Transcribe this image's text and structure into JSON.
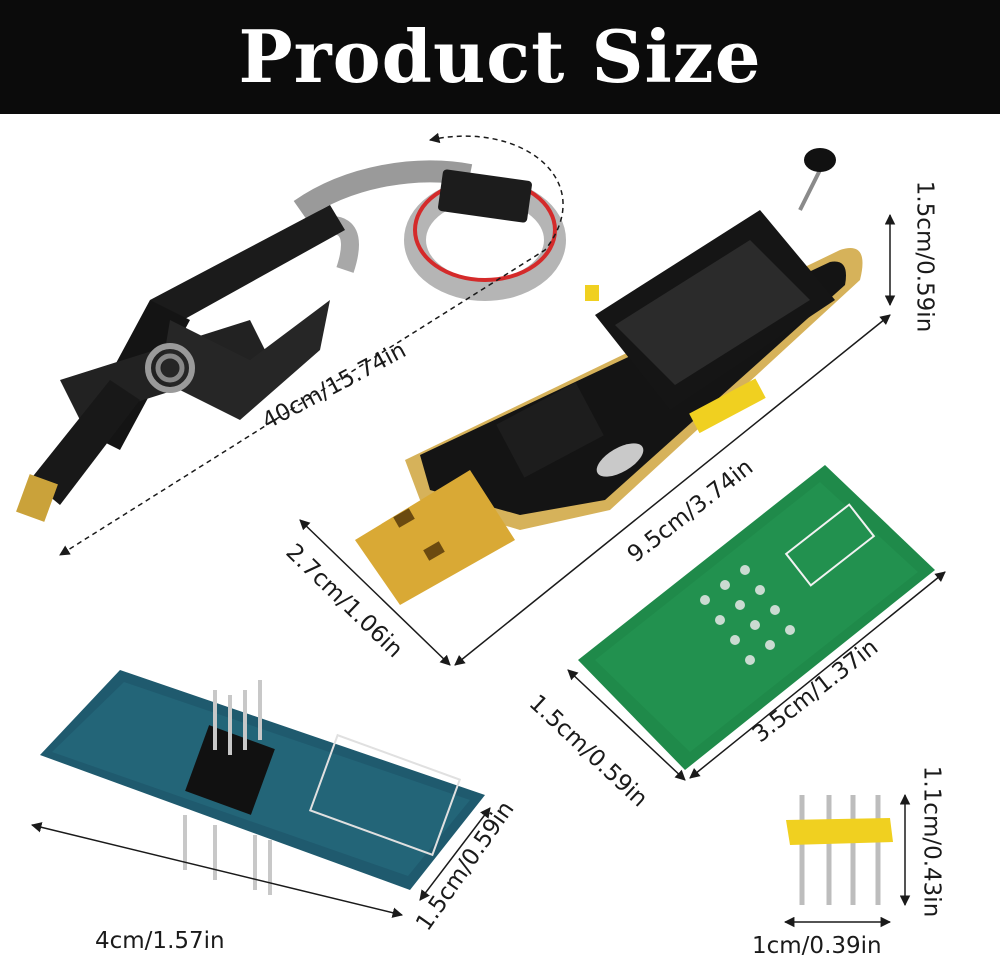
{
  "banner": {
    "title": "Product Size"
  },
  "dimensions": {
    "cable_length": "40cm/15.74in",
    "programmer_height": "1.5cm/0.59in",
    "programmer_length": "9.5cm/3.74in",
    "programmer_width": "2.7cm/1.06in",
    "green_adapter_length": "3.5cm/1.37in",
    "green_adapter_width": "1.5cm/0.59in",
    "blue_adapter_length": "4cm/1.57in",
    "blue_adapter_width": "1.5cm/0.59in",
    "pin_header_height": "1.1cm/0.43in",
    "pin_header_width": "1cm/0.39in"
  },
  "colors": {
    "banner": "#0b0b0b",
    "pcb_gold": "#d6b25a",
    "pcb_black": "#141414",
    "pcb_green": "#1f8a4a",
    "pcb_blue": "#1f5a6e",
    "usb_gold": "#d9a935",
    "header_yellow": "#f0d020",
    "cable_red": "#d42a2a"
  }
}
